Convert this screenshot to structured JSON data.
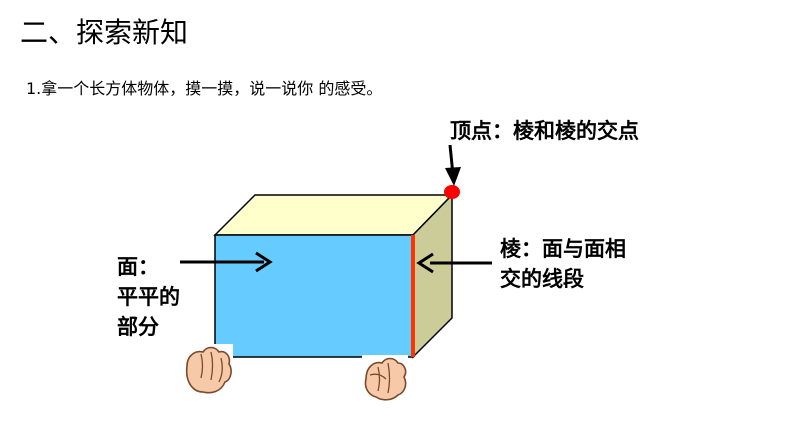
{
  "header": {
    "section_title": "二、探索新知"
  },
  "instruction": "1.拿一个长方体物体，摸一摸，说一说你 的感受。",
  "labels": {
    "vertex": "顶点：棱和棱的交点",
    "edge_line1": "棱：面与面相",
    "edge_line2": "交的线段",
    "face_line1": "面：",
    "face_line2": "平平的",
    "face_line3": "部分"
  },
  "colors": {
    "front_face": "#66ccff",
    "top_face": "#ffffcc",
    "side_face": "#cccc99",
    "edge_highlight": "#ff3300",
    "vertex_dot": "#ff0000",
    "outline": "#000000"
  },
  "icons": {
    "left_hand": "hand-pointing-icon",
    "right_hand": "hand-pointing-icon"
  }
}
